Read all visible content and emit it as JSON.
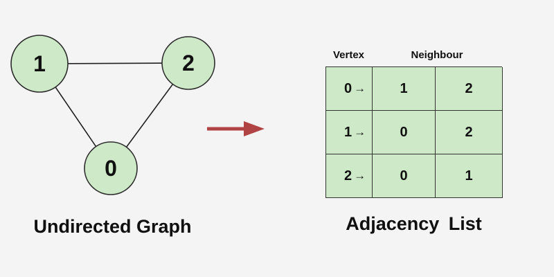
{
  "colors": {
    "background": "#f4f4f4",
    "node_fill": "#cde9c7",
    "node_border": "#2b2b2b",
    "edge": "#1f1f1f",
    "arrow": "#b04343",
    "table_fill": "#cde9c7",
    "table_border": "#333333",
    "text": "#101010"
  },
  "graph": {
    "caption": "Undirected Graph",
    "nodes": [
      {
        "id": "1",
        "label": "1"
      },
      {
        "id": "2",
        "label": "2"
      },
      {
        "id": "0",
        "label": "0"
      }
    ],
    "edges": [
      "1-2",
      "1-0",
      "2-0"
    ]
  },
  "arrow": {
    "icon": "right-arrow"
  },
  "table": {
    "caption": "Adjacency List",
    "headers": {
      "vertex": "Vertex",
      "neighbour": "Neighbour"
    },
    "row_arrow": "→",
    "rows": [
      {
        "vertex": "0",
        "neighbors": [
          "1",
          "2"
        ]
      },
      {
        "vertex": "1",
        "neighbors": [
          "0",
          "2"
        ]
      },
      {
        "vertex": "2",
        "neighbors": [
          "0",
          "1"
        ]
      }
    ]
  }
}
